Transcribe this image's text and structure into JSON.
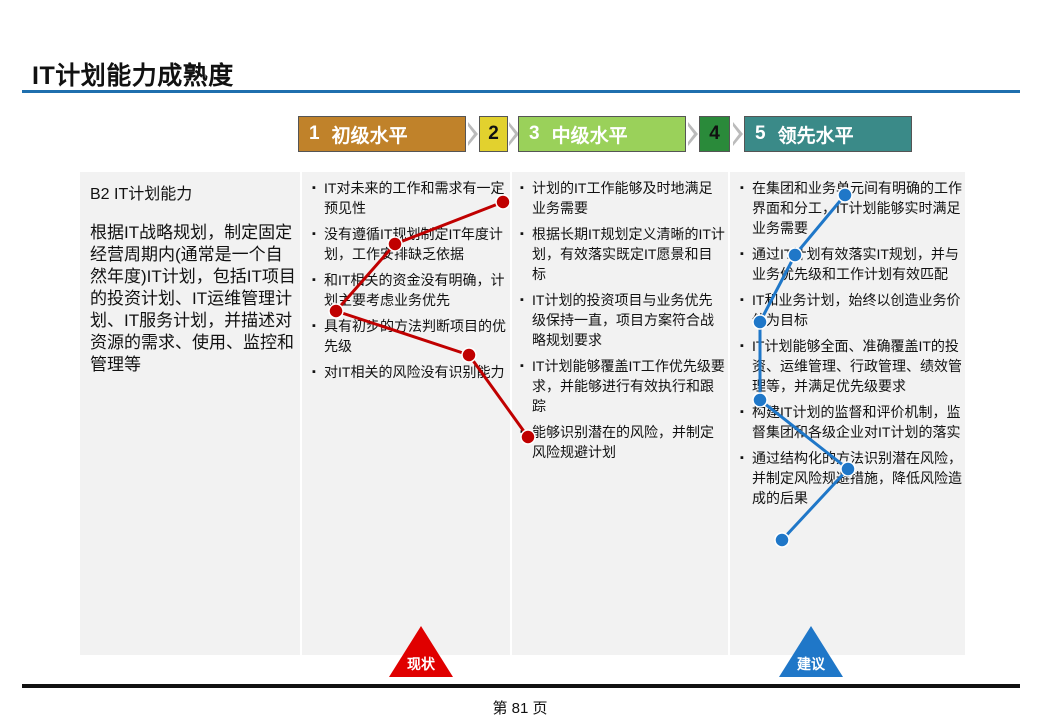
{
  "title": "IT计划能力成熟度",
  "stages": [
    {
      "num": "1",
      "label": "初级水平"
    },
    {
      "num": "2",
      "label": ""
    },
    {
      "num": "3",
      "label": "中级水平"
    },
    {
      "num": "4",
      "label": ""
    },
    {
      "num": "5",
      "label": "领先水平"
    }
  ],
  "capability": {
    "name": "B2 IT计划能力",
    "description": "根据IT战略规划，制定固定经营周期内(通常是一个自然年度)IT计划，包括IT项目的投资计划、IT运维管理计划、IT服务计划，并描述对资源的需求、使用、监控和管理等"
  },
  "level1_items": [
    "IT对未来的工作和需求有一定预见性",
    "没有遵循IT规划制定IT年度计划，工作安排缺乏依据",
    "和IT相关的资金没有明确，计划主要考虑业务优先",
    "具有初步的方法判断项目的优先级",
    "对IT相关的风险没有识别能力"
  ],
  "level3_items": [
    "计划的IT工作能够及时地满足业务需要",
    "根据长期IT规划定义清晰的IT计划，有效落实既定IT愿景和目标",
    "IT计划的投资项目与业务优先级保持一直，项目方案符合战略规划要求",
    "IT计划能够覆盖IT工作优先级要求，并能够进行有效执行和跟踪",
    "能够识别潜在的风险，并制定风险规避计划"
  ],
  "level5_items": [
    "在集团和业务单元间有明确的工作界面和分工，IT计划能够实时满足业务需要",
    "通过IT计划有效落实IT规划，并与业务优先级和工作计划有效匹配",
    "IT和业务计划，始终以创造业务价值为目标",
    "IT计划能够全面、准确覆盖IT的投资、运维管理、行政管理、绩效管理等，并满足优先级要求",
    "构建IT计划的监督和评价机制，监督集团和各级企业对IT计划的落实",
    "通过结构化的方法识别潜在风险，并制定风险规避措施，降低风险造成的后果"
  ],
  "markers": {
    "current_label": "现状",
    "suggest_label": "建议",
    "current_color": "#c00000",
    "suggest_color": "#1f77c8"
  },
  "page_number": "第 81 页"
}
